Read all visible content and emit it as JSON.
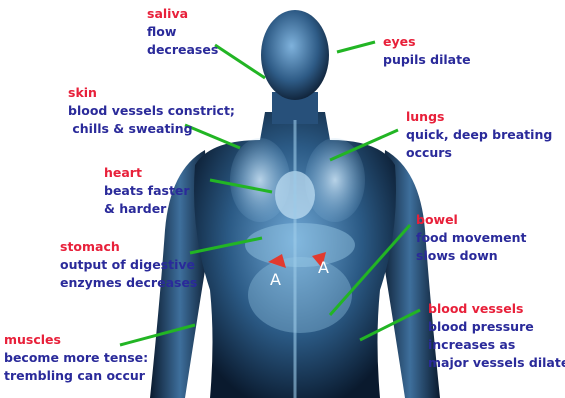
{
  "colors": {
    "title": "#e8203a",
    "description": "#2a2a9a",
    "connector": "#22b524",
    "body_dark": "#0a1a2e",
    "body_glow": "#6fb6e6",
    "adrenal": "#e23a2f"
  },
  "labels": [
    {
      "id": "saliva",
      "title": "saliva",
      "lines": [
        "flow",
        "decreases"
      ]
    },
    {
      "id": "eyes",
      "title": "eyes",
      "lines": [
        "pupils dilate"
      ]
    },
    {
      "id": "skin",
      "title": "skin",
      "lines": [
        "blood vessels constrict;",
        " chills & sweating"
      ]
    },
    {
      "id": "lungs",
      "title": "lungs",
      "lines": [
        "quick, deep breating",
        "occurs"
      ]
    },
    {
      "id": "heart",
      "title": "heart",
      "lines": [
        "beats faster",
        "& harder"
      ]
    },
    {
      "id": "bowel",
      "title": "bowel",
      "lines": [
        "food movement",
        "slows down"
      ]
    },
    {
      "id": "stomach",
      "title": "stomach",
      "lines": [
        "output of digestive",
        "enzymes decreases"
      ]
    },
    {
      "id": "blood-vessels",
      "title": "blood vessels",
      "lines": [
        "blood pressure",
        "increases as",
        "major vessels dilate"
      ]
    },
    {
      "id": "muscles",
      "title": "muscles",
      "lines": [
        "become more tense:",
        "trembling can occur"
      ]
    }
  ],
  "markers": [
    "A",
    "A"
  ]
}
